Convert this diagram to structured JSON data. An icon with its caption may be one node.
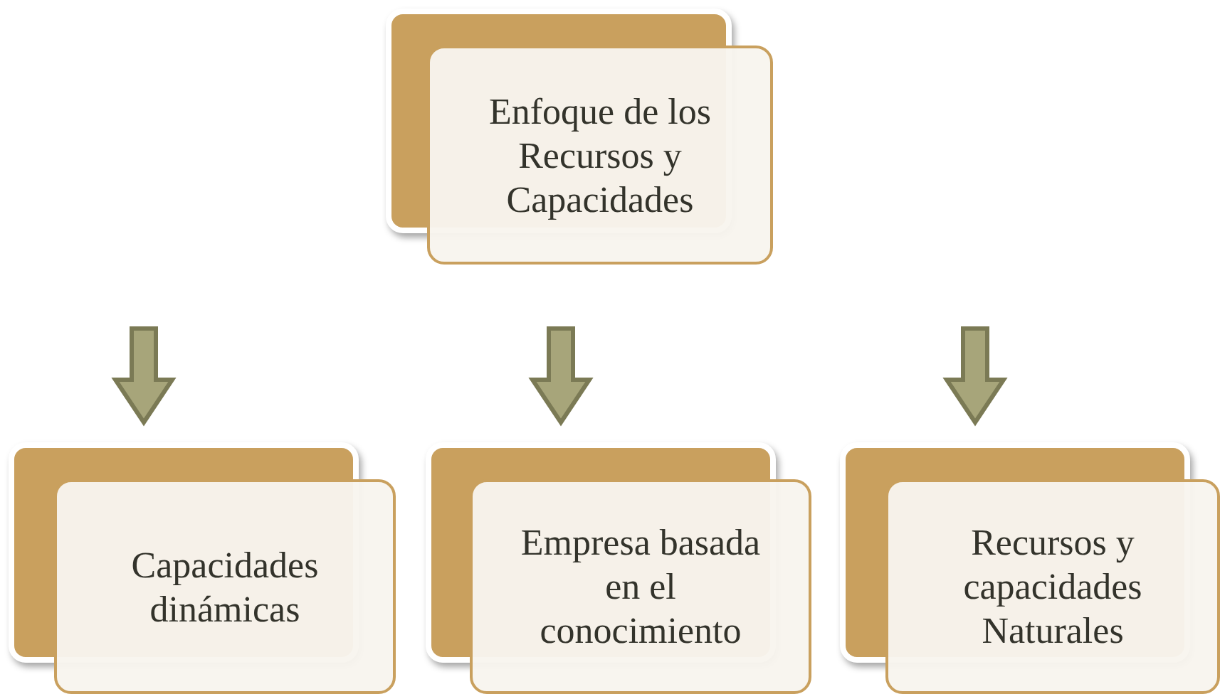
{
  "diagram": {
    "nodes": [
      {
        "text": [
          "Enfoque de los Recursos y Capacidades"
        ]
      },
      {
        "text": [
          "Capacidades dinámicas"
        ]
      },
      {
        "text": [
          "Empresa basada en el conocimiento"
        ]
      },
      {
        "text": [
          "Recursos y capacidades Naturales"
        ]
      }
    ],
    "edges": [
      {
        "from": null,
        "to": 1,
        "arrow": "to"
      },
      {
        "from": null,
        "to": 2,
        "arrow": "to"
      },
      {
        "from": null,
        "to": 3,
        "arrow": "to"
      }
    ]
  }
}
